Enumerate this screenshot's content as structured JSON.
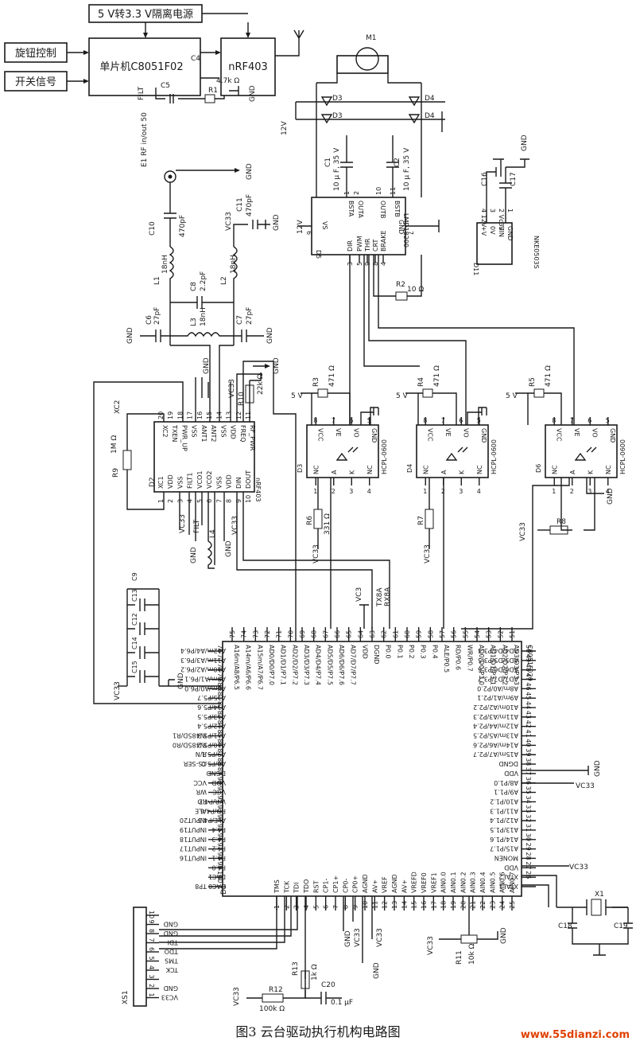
{
  "blocks": {
    "power": "5 V转3.3 V隔离电源",
    "knob": "旋钮控制",
    "switch": "开关信号",
    "mcu": "单片机C8051F02",
    "rf": "nRF403"
  },
  "chips": {
    "d2": {
      "ref": "D2",
      "part": "nRF403",
      "top_pins": [
        "XC2",
        "TXEN",
        "PWR_UP",
        "VSS",
        "ANT1",
        "ANT2",
        "VSS",
        "VDD",
        "FREQ",
        "RF_PWR"
      ],
      "top_nums": [
        "20",
        "19",
        "18",
        "17",
        "16",
        "15",
        "14",
        "13",
        "12",
        "11"
      ],
      "bot_pins": [
        "XC1",
        "VDD",
        "VSS",
        "FILT1",
        "VCO1",
        "VCO2",
        "VSS",
        "VDD",
        "DIN",
        "DOUT"
      ],
      "bot_nums": [
        "1",
        "2",
        "3",
        "4",
        "5",
        "6",
        "7",
        "8",
        "9",
        "10"
      ]
    },
    "d5": {
      "ref": "D5",
      "part": "LMD18200",
      "top_pins": [
        "BSTA",
        "OUTA",
        "OUTB",
        "BSTB"
      ],
      "top_nums": [
        "1",
        "2",
        "10",
        "11"
      ],
      "bot_pins": [
        "DIR",
        "PWM",
        "THR",
        "CRT",
        "BRAKE"
      ],
      "bot_nums": [
        "3",
        "5",
        "9",
        "8",
        "4"
      ],
      "vs": "VS",
      "vs_num": "6",
      "gnd": "GND",
      "gnd_num": "7"
    },
    "d11": {
      "ref": "D11",
      "part": "NKE0503S",
      "pins": [
        "+V",
        "0V",
        "VIN",
        "GND"
      ],
      "nums": [
        "4",
        "3",
        "2",
        "1"
      ],
      "nets": [
        "12V",
        "",
        "Vc33",
        ""
      ]
    },
    "opto": {
      "part": "HCPL-0600",
      "top_pins": [
        "VCC",
        "VE",
        "VO",
        "GND"
      ],
      "top_nums": [
        "8",
        "7",
        "6",
        "5"
      ],
      "bot_pins": [
        "NC",
        "A",
        "K",
        "NC"
      ],
      "bot_nums": [
        "1",
        "2",
        "3",
        "4"
      ],
      "refs": [
        "D3",
        "D4",
        "D6"
      ]
    },
    "d1": {
      "ref": "D1",
      "part": "C8051F020",
      "top_pins": [
        "A16m/A8/P6.5",
        "A14m/A6/P6.6",
        "A15m/A7/P6.7",
        "AD0/D0/P7.0",
        "AD1/D1/P7.1",
        "AD2/D2/P7.2",
        "AD3/D3/P7.3",
        "AD4/D4/P7.4",
        "AD5/D5/P7.5",
        "AD6/D6/P7.6",
        "AD7/D7/P7.7",
        "VDD",
        "DGND",
        "P0.0",
        "P0.1",
        "P0.2",
        "P0.3",
        "P0.4",
        "ALE/P0.5",
        "RD/P0.6",
        "WR/P0.7",
        "AD0/D0/P3.0",
        "AD1/D1/P3.1",
        "AD2/D2/P3.2",
        "AD3/D3/P3.3"
      ],
      "top_nums": [
        "75",
        "74",
        "73",
        "72",
        "71",
        "70",
        "69",
        "68",
        "67",
        "66",
        "65",
        "64",
        "63",
        "62",
        "61",
        "60",
        "59",
        "58",
        "57",
        "56",
        "55",
        "54",
        "53",
        "52",
        "51"
      ],
      "bot_pins": [
        "TMS",
        "TCK",
        "TDI",
        "TDO",
        "RST",
        "CP1-",
        "CP1+",
        "CP0-",
        "CP0+",
        "AGND",
        "AV+",
        "VREF",
        "AGND",
        "AV+",
        "VREFD",
        "VREF0",
        "VREF1",
        "AIN0.0",
        "AIN0.1",
        "AIN0.2",
        "AIN0.3",
        "AIN0.4",
        "AIN0.5",
        "AIN0.6",
        "AIN0.7"
      ],
      "bot_nums": [
        "1",
        "2",
        "3",
        "4",
        "5",
        "6",
        "7",
        "8",
        "9",
        "10",
        "11",
        "12",
        "13",
        "14",
        "15",
        "16",
        "17",
        "18",
        "19",
        "20",
        "21",
        "22",
        "23",
        "24",
        "25"
      ],
      "left_pins": [
        "A12m/A4/P6.4",
        "A11m/A3/P6.3",
        "A10m/A2/P6.2",
        "A9m/A1/P6.1",
        "A8m/A0/P6.0",
        "A15/P5.7",
        "A14/P5.6",
        "A13/P5.5",
        "A12/P5.4",
        "A11/P5.3",
        "A10/P5.2",
        "A9/P5.1",
        "A8/P5.0",
        "DGND",
        "VDD",
        "VCC",
        "WR/P4.7",
        "RD/P4.6",
        "ALE/P4.5",
        "P4.4",
        "P4.3",
        "P4.2",
        "P4.1",
        "P4.0",
        "DAC1",
        "DAC0"
      ],
      "left_nums": [
        "76",
        "77",
        "78",
        "79",
        "80",
        "81",
        "82",
        "83",
        "84",
        "85",
        "86",
        "87",
        "88",
        "89",
        "90",
        "91",
        "92",
        "93",
        "94",
        "95",
        "96",
        "97",
        "98",
        "99",
        "100"
      ],
      "left_nets": [
        "",
        "",
        "",
        "",
        "",
        "",
        "",
        "",
        "",
        "IN485D/R1",
        "IN485D/R0",
        "R/N",
        "CS-SER",
        "",
        "VCC",
        "WR",
        "RD",
        "ALE",
        "INPUT20",
        "INPUT19",
        "INPUT18",
        "INPUT17",
        "INPUT16",
        "",
        "",
        "TP8"
      ],
      "right_pins": [
        "AD4/D4/P3.4",
        "AD5/D5/P3.5",
        "AD6/D6/P3.6",
        "AD7/D7/P3.7",
        "A8m/A0/P2.0",
        "A9m/A1/P2.1",
        "A10m/A2/P2.2",
        "A11m/A3/P2.3",
        "A12m/A4/P2.4",
        "A13m/A5/P2.5",
        "A14m/A6/P2.6",
        "A15m/A7/P2.7",
        "DGND",
        "VDD",
        "A8/P1.0",
        "A9/P1.1",
        "A10/P1.2",
        "A11/P1.3",
        "A12/P1.4",
        "A13/P1.5",
        "A14/P1.6",
        "A15/P1.7",
        "MONEN",
        "VDD",
        "XTAL2",
        "XTAL1"
      ],
      "right_nums": [
        "50",
        "49",
        "48",
        "47",
        "46",
        "45",
        "44",
        "43",
        "42",
        "41",
        "40",
        "39",
        "38",
        "37",
        "36",
        "35",
        "34",
        "33",
        "32",
        "31",
        "30",
        "29",
        "28",
        "27",
        "26"
      ]
    },
    "xs1": {
      "ref": "XS1",
      "pins": [
        "10",
        "9",
        "8",
        "7",
        "6",
        "5",
        "4",
        "3",
        "2",
        "1"
      ],
      "nets": [
        "",
        "GND",
        "GND",
        "TDI",
        "TDO",
        "TMS",
        "TCK",
        "",
        "GND",
        "VC33"
      ]
    }
  },
  "labels": {
    "motor": "M1",
    "antenna": "E1  RF in/out 50",
    "vc33": "VC33",
    "gnd": "GND",
    "v12": "12V",
    "v5": "5 V",
    "vc3": "VC3",
    "tx": "TX8A",
    "rx": "RX8A",
    "vc33b": "Vc33"
  },
  "parts": {
    "d_a": "D3",
    "d_b": "D4",
    "d_c": "D3",
    "d_d": "D4",
    "c1": "C1",
    "c1v": "10 μ F,  35 V",
    "c2": "C2",
    "c2v": "10 μ F,  35 V",
    "c_top": "C4",
    "c_bot": "C5",
    "r_top": "R1",
    "r_top_v": "4.7k Ω",
    "rfilt": "FILT",
    "c10": "C10",
    "c10v": "470pF",
    "c11": "C11",
    "c11v": "470pF",
    "l1": "L1",
    "l1v": "18nH",
    "l2": "L2",
    "l2v": "18nH",
    "c8": "C8",
    "c8v": "2.2pF",
    "l3": "L3",
    "l3v": "18nH",
    "c6": "C6",
    "c6v": "27pF",
    "c7": "C7",
    "c7v": "27pF",
    "r2": "R2",
    "r2v": "10 Ω",
    "c16": "C16",
    "c17": "C17",
    "r3": "R3",
    "r3v": "471 Ω",
    "r4": "R4",
    "r4v": "471 Ω",
    "r5": "R5",
    "r5v": "471 Ω",
    "r6": "R6",
    "r6v": "331 Ω",
    "r7": "R7",
    "r8": "R8",
    "r9": "R9",
    "r9v": "1M Ω",
    "r10": "R10",
    "r10v": "22k Ω",
    "l4": "L4",
    "filt": "FILT",
    "cap_list": [
      "C9",
      "C13",
      "C12",
      "C14",
      "C15"
    ],
    "x1": "X1",
    "cx1": "C18",
    "cx2": "C19",
    "r11": "R11",
    "r11v": "10k Ω",
    "r12": "R12",
    "r12v": "100k Ω",
    "r13": "R13",
    "r13v": "1k Ω",
    "c20": "C20",
    "c20v": "0.1 μF"
  },
  "caption": "图3    云台驱动执行机构电路图",
  "watermark": "www.55dianzi.com"
}
